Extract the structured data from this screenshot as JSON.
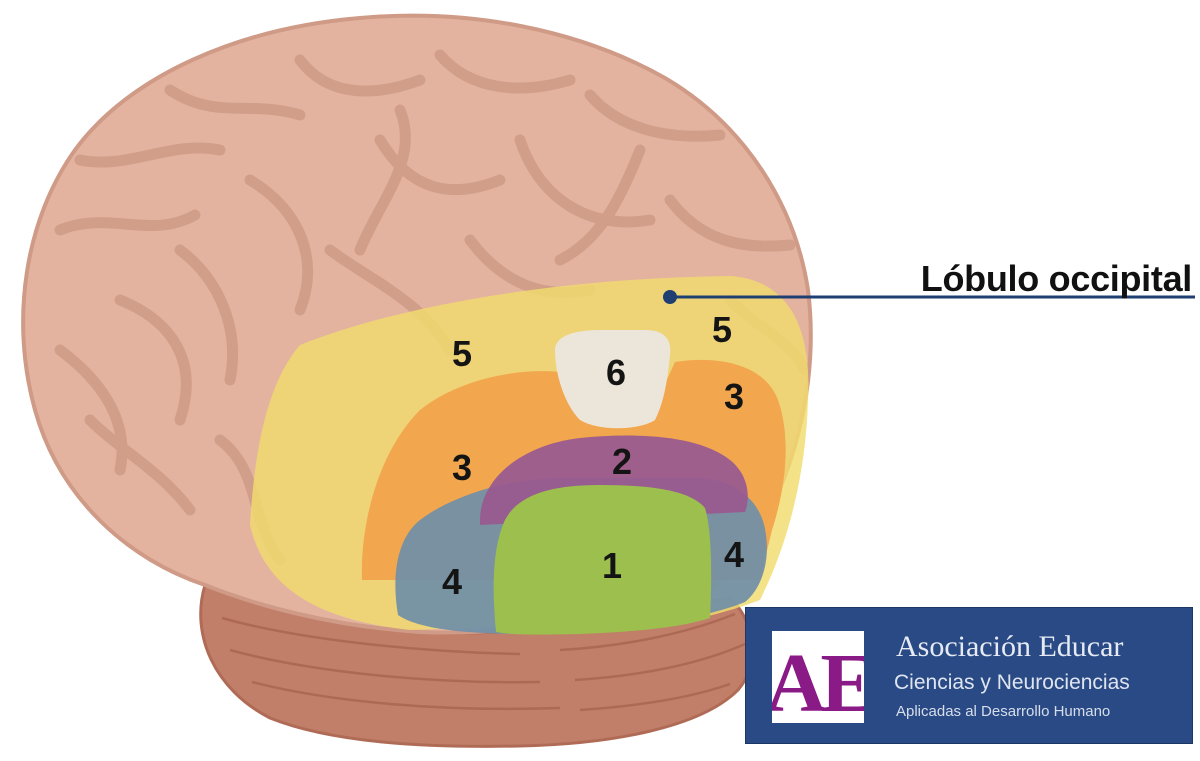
{
  "callout": {
    "label": "Lóbulo occipital"
  },
  "areas": [
    {
      "id": "1",
      "color": "#9cbf4e"
    },
    {
      "id": "2",
      "color": "#9a5b8f"
    },
    {
      "id": "3",
      "color": "#f2a24a"
    },
    {
      "id": "4",
      "color": "#6f8fa8"
    },
    {
      "id": "5",
      "color": "#f1dc6e"
    },
    {
      "id": "6",
      "color": "#ece6da"
    }
  ],
  "labels": {
    "a1": "1",
    "a2": "2",
    "a3_left": "3",
    "a3_right": "3",
    "a4_left": "4",
    "a4_right": "4",
    "a5_left": "5",
    "a5_right": "5",
    "a6": "6"
  },
  "colors": {
    "brain": "#e3b3a0",
    "cerebellum": "#c17e68",
    "callout_line": "#1f3f72"
  },
  "logo": {
    "mark": "AE",
    "title": "Asociación Educar",
    "subtitle": "Ciencias y Neurociencias",
    "tagline": "Aplicadas al Desarrollo Humano",
    "background": "#2a4a86",
    "mark_color": "#8a1a86"
  }
}
